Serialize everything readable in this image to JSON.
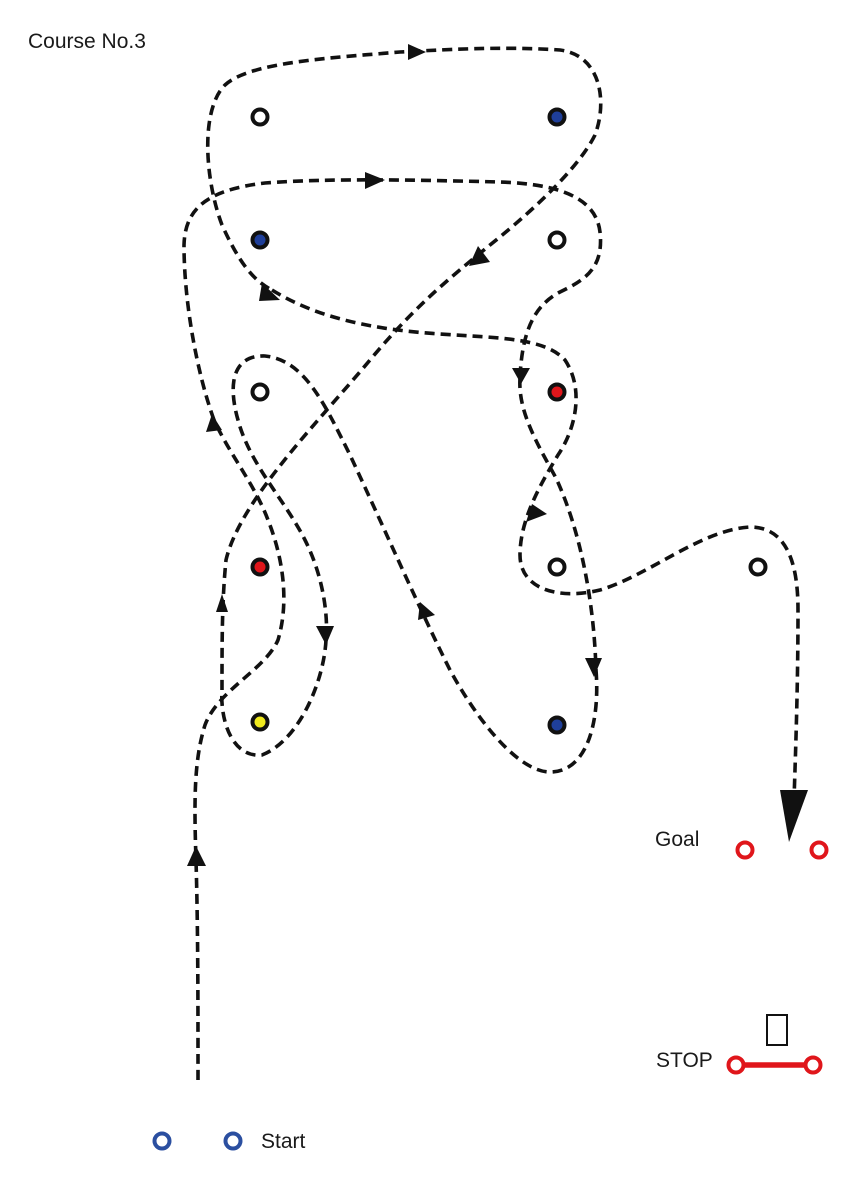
{
  "title": "Course No.3",
  "labels": {
    "goal": "Goal",
    "stop": "STOP",
    "start": "Start",
    "stop_symbol": "▯"
  },
  "colors": {
    "path": "#111111",
    "cone_white": "#ffffff",
    "cone_blue": "#1f3f9a",
    "cone_red": "#e0161b",
    "cone_yellow": "#f0ea1e",
    "start_marker": "#2b4fa0",
    "goal_marker": "#e0161b",
    "stop_bar": "#e0161b"
  },
  "cones": [
    {
      "id": "r1c1",
      "color": "white"
    },
    {
      "id": "r1c2",
      "color": "blue"
    },
    {
      "id": "r2c1",
      "color": "blue"
    },
    {
      "id": "r2c2",
      "color": "white"
    },
    {
      "id": "r3c1",
      "color": "white"
    },
    {
      "id": "r3c2",
      "color": "red"
    },
    {
      "id": "r4c1",
      "color": "red"
    },
    {
      "id": "r4c2",
      "color": "white"
    },
    {
      "id": "r4c3",
      "color": "white"
    },
    {
      "id": "r5c1",
      "color": "yellow"
    },
    {
      "id": "r5c2",
      "color": "blue"
    }
  ]
}
